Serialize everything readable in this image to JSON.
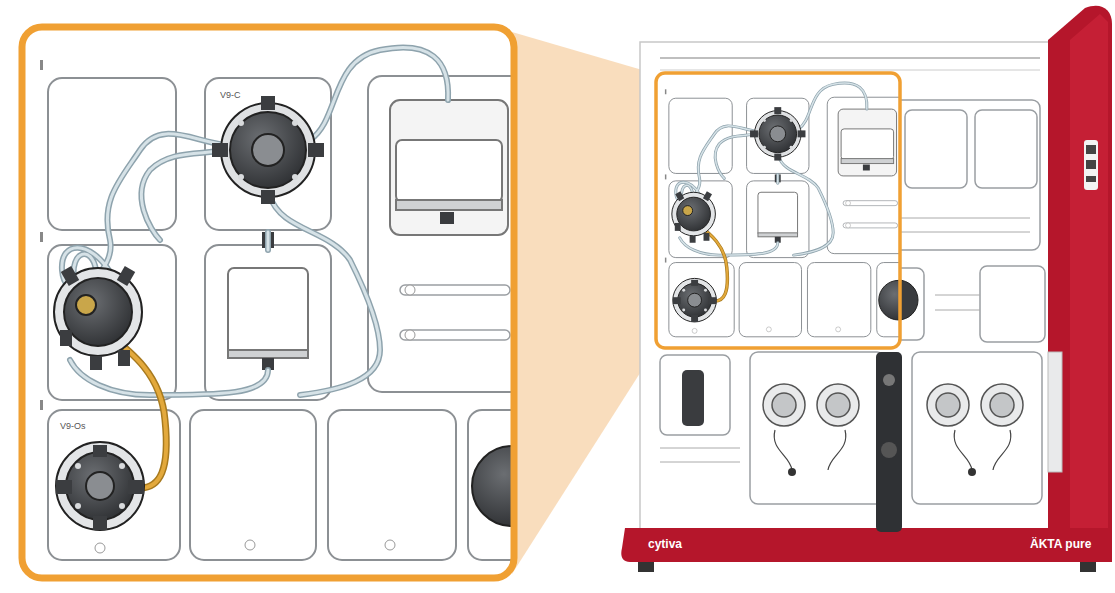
{
  "diagram": {
    "labels": [
      "V9-C",
      "V9-Os",
      "cytiva",
      "ÄKTA pure"
    ]
  }
}
